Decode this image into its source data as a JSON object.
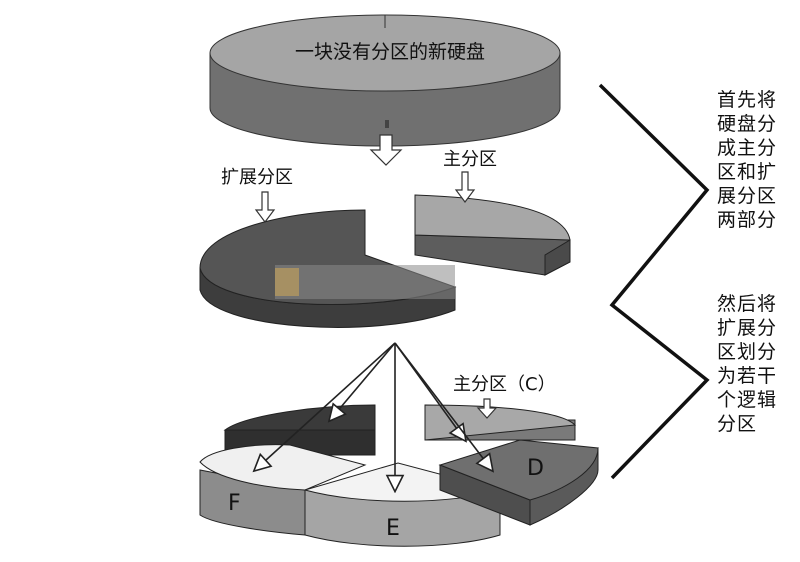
{
  "top_disk": {
    "label": "一块没有分区的新硬盘"
  },
  "middle": {
    "extended_label": "扩展分区",
    "primary_label": "主分区"
  },
  "bottom": {
    "primary_c_label": "主分区（C）",
    "slices": {
      "d": "D",
      "e": "E",
      "f": "F"
    }
  },
  "notes": {
    "first": [
      "首先将",
      "硬盘分",
      "成主分",
      "区和扩",
      "展分区",
      "两部分"
    ],
    "then": [
      "然后将",
      "扩展分",
      "区划分",
      "为若干",
      "个逻辑",
      "分区"
    ]
  },
  "colors": {
    "disk_top": "#9e9e9e",
    "disk_side": "#6f6f6f",
    "dark": "#3a3a3a",
    "light": "#f2f2f2"
  }
}
